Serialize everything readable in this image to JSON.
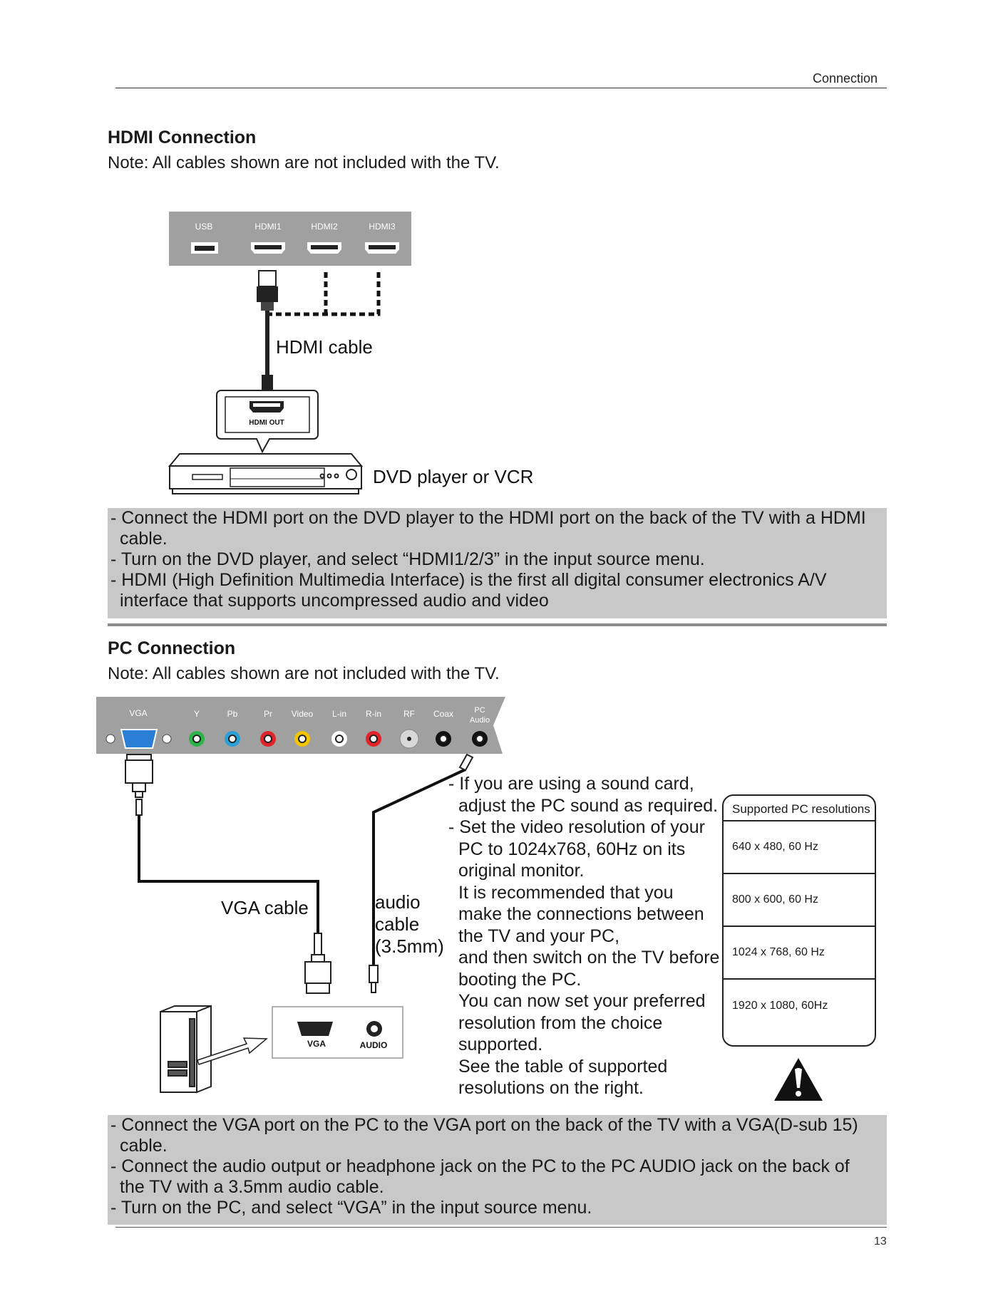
{
  "header": {
    "section_label": "Connection"
  },
  "hdmi": {
    "title": "HDMI Connection",
    "note": "Note: All cables shown are not included with the TV.",
    "ports": [
      "USB",
      "HDMI1",
      "HDMI2",
      "HDMI3"
    ],
    "cable_label": "HDMI cable",
    "source_port_label": "HDMI OUT",
    "device_label": "DVD player or VCR",
    "instructions": [
      "- Connect the HDMI port on the DVD player to the HDMI port on the back of the TV with a HDMI",
      "cable.",
      "- Turn on the DVD player, and select “HDMI1/2/3” in the input source menu.",
      "- HDMI (High Definition Multimedia Interface) is the first all digital consumer electronics A/V",
      "interface that supports uncompressed audio and video"
    ]
  },
  "pc": {
    "title": "PC Connection",
    "note": "Note: All cables shown are not included with the TV.",
    "ports": [
      "VGA",
      "Y",
      "Pb",
      "Pr",
      "Video",
      "L-in",
      "R-in",
      "RF",
      "Coax",
      "PC",
      "Audio"
    ],
    "port_colors": {
      "Y": "#2db34a",
      "Pb": "#2a9fd8",
      "Pr": "#e0242a",
      "Video": "#f2c500",
      "L-in": "#ffffff",
      "R-in": "#e0242a",
      "Coax": "#111111",
      "PC Audio": "#111111"
    },
    "vga_cable_label": "VGA cable",
    "audio_cable_label": [
      "audio",
      "cable",
      "(3.5mm)"
    ],
    "pc_port_labels": [
      "VGA",
      "AUDIO"
    ],
    "tips": [
      "- If you are using a sound card,",
      "adjust the PC sound as required.",
      "- Set the video resolution of your",
      "PC to 1024x768, 60Hz on its",
      "original monitor.",
      "It is recommended that you",
      "make the connections between",
      "the TV and your PC,",
      "and then switch on the TV before",
      "booting the PC.",
      "You can now set your preferred",
      "resolution from the choice",
      "supported.",
      "See the table of supported",
      "resolutions on the right."
    ],
    "resolutions_header": "Supported PC resolutions",
    "resolutions": [
      "640 x 480, 60 Hz",
      "800 x 600, 60 Hz",
      "1024 x 768, 60 Hz",
      "1920 x 1080, 60Hz"
    ],
    "warning_icon": "warning-triangle-icon",
    "instructions": [
      "- Connect the VGA port on the PC to the VGA port on the back of the TV with a VGA(D-sub 15)",
      "cable.",
      "- Connect the audio output or headphone jack on the PC to the PC AUDIO jack on the back of",
      "the TV with a 3.5mm audio cable.",
      "- Turn on the PC, and select “VGA” in the input source menu."
    ]
  },
  "footer": {
    "page_number": "13"
  }
}
